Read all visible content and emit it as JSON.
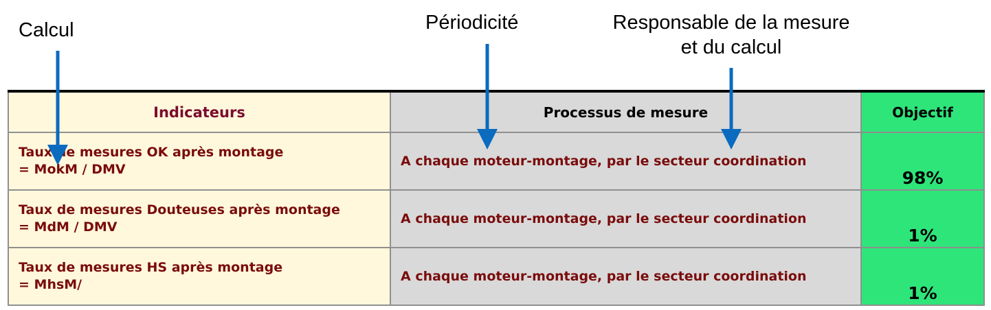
{
  "annotations": {
    "calcul": "Calcul",
    "periodicite": "Périodicité",
    "responsable_line1": "Responsable de la mesure",
    "responsable_line2": "et du calcul"
  },
  "table": {
    "headers": {
      "indicateurs": "Indicateurs",
      "processus": "Processus de mesure",
      "objectif": "Objectif"
    },
    "rows": [
      {
        "indicateur_line1": "Taux de mesures OK après montage",
        "indicateur_line2": "= MokM / DMV",
        "processus": "A chaque moteur-montage, par le secteur coordination",
        "objectif": "98%"
      },
      {
        "indicateur_line1": "Taux de mesures Douteuses après montage",
        "indicateur_line2": "= MdM / DMV",
        "processus": "A chaque moteur-montage, par le secteur coordination",
        "objectif": "1%"
      },
      {
        "indicateur_line1": "Taux de mesures HS après montage",
        "indicateur_line2": "= MhsM/",
        "processus": "A chaque moteur-montage, par le secteur coordination",
        "objectif": "1%"
      }
    ]
  },
  "colors": {
    "indicateurs_bg": "#fff8dc",
    "processus_bg": "#d9d9d9",
    "objectif_bg": "#2ee57a",
    "text_dark_red": "#7a0c0c",
    "arrow_blue": "#0a6bbf"
  }
}
